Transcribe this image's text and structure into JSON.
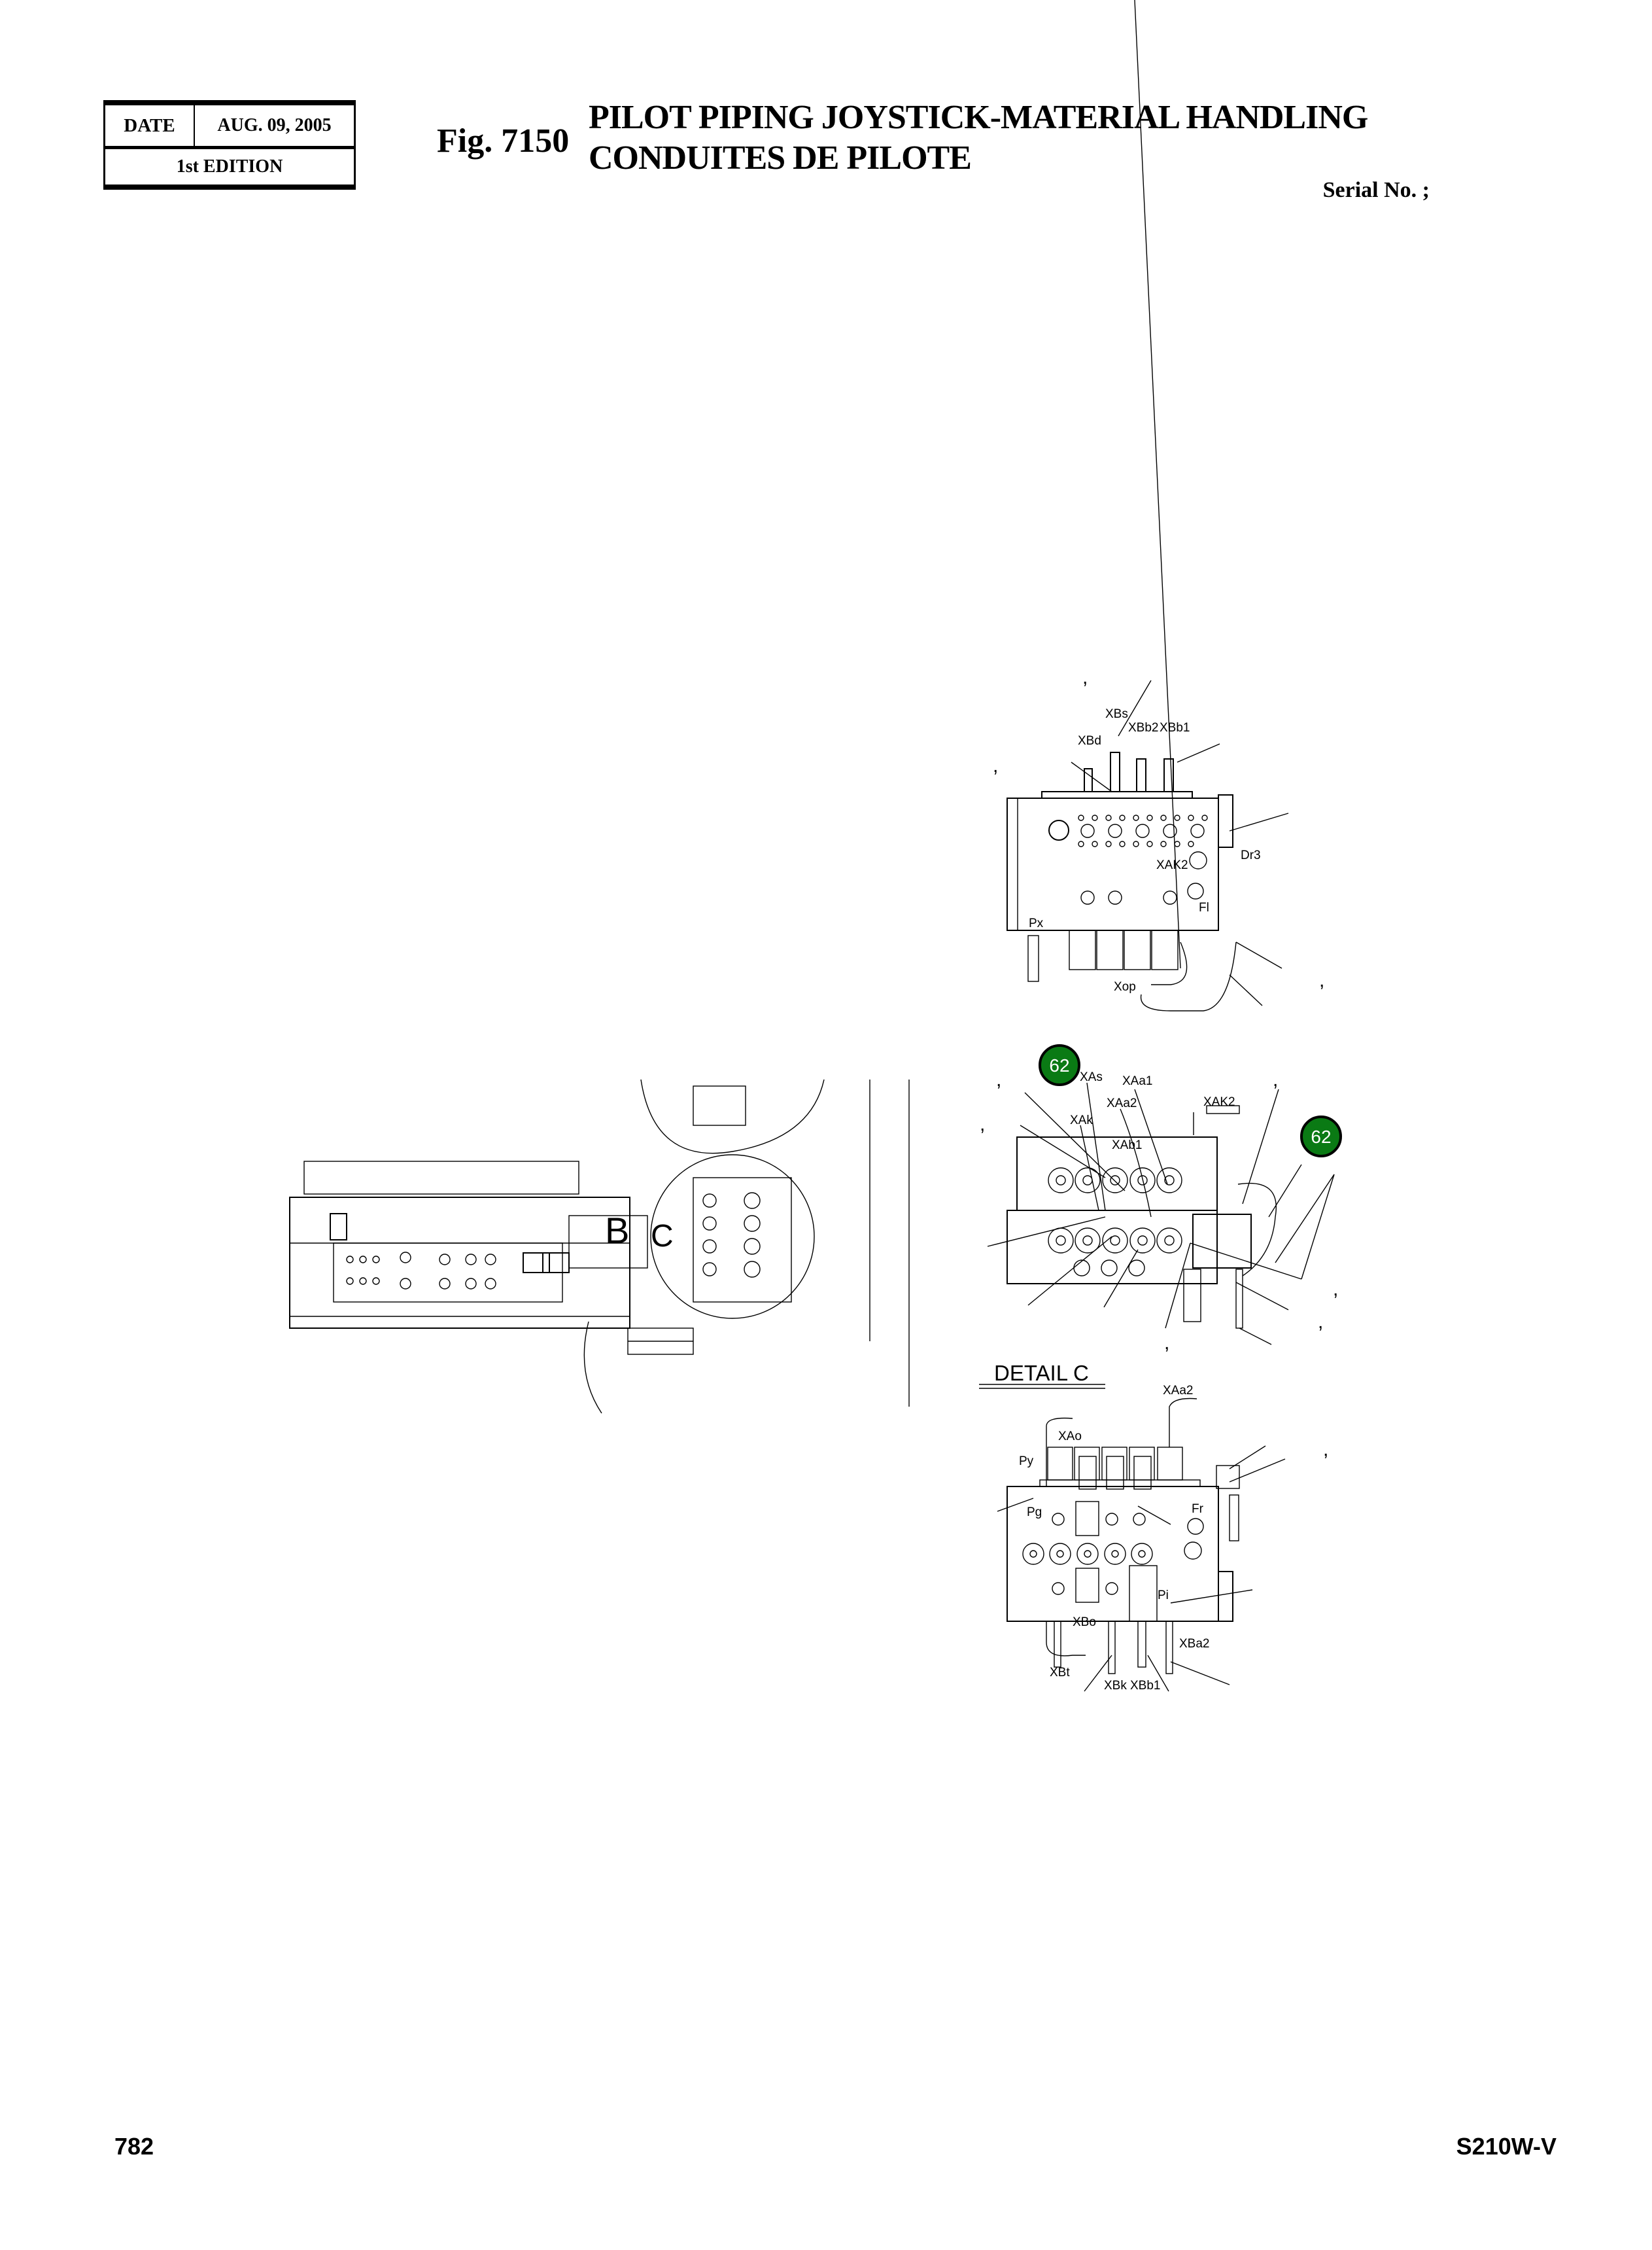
{
  "header": {
    "date_label": "DATE",
    "date_value": "AUG. 09, 2005",
    "edition": "1st EDITION",
    "figure_number": "Fig. 7150",
    "title_en": "PILOT  PIPING JOYSTICK-MATERIAL HANDLING",
    "title_fr": "CONDUITES DE PILOTE",
    "serial": "Serial No. ;"
  },
  "drawing": {
    "overview": {
      "view_b": "B",
      "view_c": "C"
    },
    "top_view": {
      "ports": [
        "XBs",
        "XBb2",
        "XBb1",
        "XBd",
        "XAK2",
        "Dr3",
        "Fl",
        "Px",
        "Xop"
      ]
    },
    "middle_view": {
      "ports": [
        "XAs",
        "XAa1",
        "XAa2",
        "XAK2",
        "XAk",
        "XAb1"
      ],
      "callout_badges": [
        "62",
        "62"
      ],
      "badge_color": "#0a7a14"
    },
    "detail_title": "DETAIL  C",
    "bottom_view": {
      "ports": [
        "XAa2",
        "XAo",
        "Py",
        "Pg",
        "Fr",
        "Pi",
        "XBo",
        "XBa2",
        "XBt",
        "XBk",
        "XBb1"
      ]
    },
    "callout_mark": ","
  },
  "footer": {
    "page_number": "782",
    "model": "S210W-V"
  }
}
